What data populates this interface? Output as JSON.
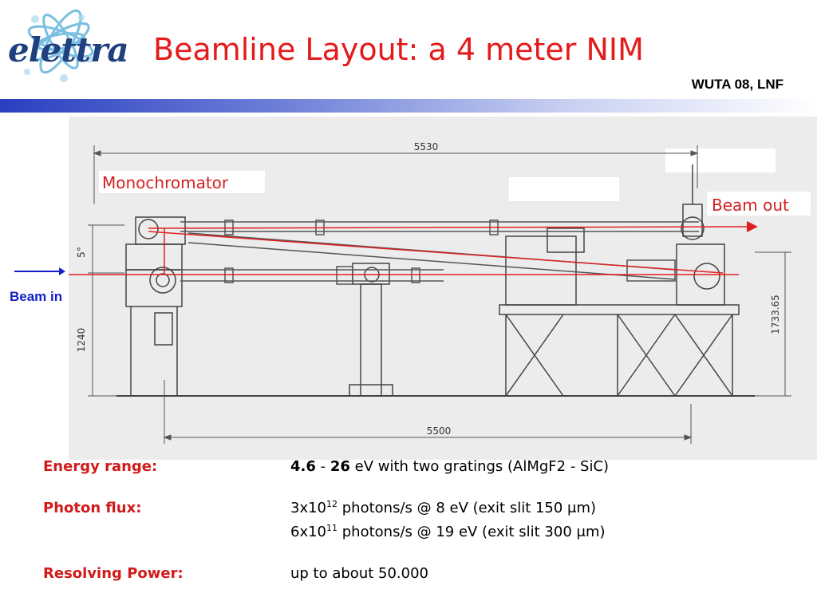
{
  "header": {
    "logo_text": "elettra",
    "title": "Beamline Layout: a 4 meter NIM",
    "conference": "WUTA 08, LNF"
  },
  "diagram": {
    "dim_top": "5530",
    "dim_bottom": "5500",
    "dim_left_upper": "5°",
    "dim_left_lower": "1240",
    "dim_right": "1733.65",
    "label_monochromator": "Monochromator",
    "label_beam_out": "Beam out",
    "label_beam_in": "Beam in"
  },
  "specs": {
    "energy_label": "Energy range:",
    "energy_low": "4.6",
    "energy_sep": " - ",
    "energy_high": "26",
    "energy_rest": " eV with two gratings (AlMgF2 - SiC)",
    "flux_label": "Photon flux:",
    "flux1_base": "3x10",
    "flux1_exp": "12",
    "flux1_rest": " photons/s @ 8 eV (exit slit 150 μm)",
    "flux2_base": "6x10",
    "flux2_exp": "11",
    "flux2_rest": " photons/s @  19 eV   (exit slit 300 μm)",
    "resolving_label": "Resolving Power:",
    "resolving_value": "up to about 50.000"
  }
}
